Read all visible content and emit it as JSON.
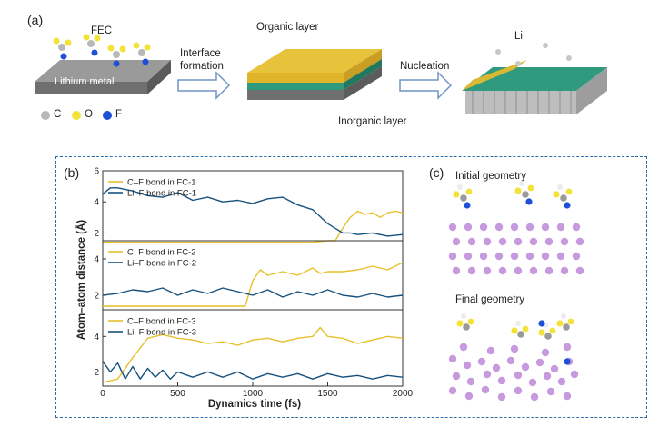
{
  "panel_a": {
    "label": "(a)",
    "fec": "FEC",
    "lithium_metal": "Lithium metal",
    "arrow1_line1": "Interface",
    "arrow1_line2": "formation",
    "organic_layer": "Organic layer",
    "inorganic_layer": "Inorganic layer",
    "nucleation": "Nucleation",
    "li": "Li",
    "legend": [
      {
        "symbol": "C",
        "color": "#b8b8b8"
      },
      {
        "symbol": "O",
        "color": "#f2e23a"
      },
      {
        "symbol": "F",
        "color": "#1f4fd8"
      }
    ]
  },
  "panel_b": {
    "label": "(b)",
    "ylabel": "Atom–atom distance (Å)",
    "xlabel": "Dynamics time (fs)"
  },
  "panel_c": {
    "label": "(c)",
    "initial": "Initial geometry",
    "final": "Final geometry"
  },
  "colors": {
    "cf": "#e8c02e",
    "lif": "#17527f",
    "frame": "#2d6fa6",
    "li_atom": "#c79adf"
  },
  "chart_data": {
    "type": "line",
    "xlabel": "Dynamics time (fs)",
    "ylabel": "Atom–atom distance (Å)",
    "xlim": [
      0,
      2000
    ],
    "xticks": [
      0,
      500,
      1000,
      1500,
      2000
    ],
    "panels": [
      {
        "ylim": [
          1.5,
          6
        ],
        "yticks": [
          2,
          4,
          6
        ],
        "legend": [
          "C–F bond in FC-1",
          "Li–F bond in FC-1"
        ],
        "series": [
          {
            "name": "C–F bond in FC-1",
            "color": "#e8c02e",
            "x": [
              0,
              200,
              400,
              600,
              800,
              1000,
              1200,
              1400,
              1500,
              1550,
              1600,
              1650,
              1700,
              1750,
              1800,
              1850,
              1900,
              1950,
              2000
            ],
            "y": [
              1.4,
              1.4,
              1.4,
              1.4,
              1.4,
              1.4,
              1.4,
              1.4,
              1.5,
              1.5,
              2.3,
              3.0,
              3.4,
              3.2,
              3.3,
              3.0,
              3.3,
              3.4,
              3.3
            ]
          },
          {
            "name": "Li–F bond in FC-1",
            "color": "#17527f",
            "x": [
              0,
              50,
              100,
              200,
              300,
              400,
              500,
              600,
              700,
              800,
              900,
              1000,
              1100,
              1200,
              1300,
              1400,
              1500,
              1550,
              1600,
              1650,
              1700,
              1800,
              1900,
              2000
            ],
            "y": [
              4.5,
              4.9,
              4.9,
              4.7,
              4.4,
              4.3,
              4.6,
              4.1,
              4.3,
              4.0,
              4.1,
              3.9,
              4.2,
              4.3,
              3.8,
              3.5,
              2.6,
              2.3,
              2.0,
              2.0,
              1.9,
              2.0,
              1.8,
              1.9
            ]
          }
        ]
      },
      {
        "ylim": [
          1.2,
          5
        ],
        "yticks": [
          2,
          4
        ],
        "legend": [
          "C–F bond in FC-2",
          "Li–F bond in FC-2"
        ],
        "series": [
          {
            "name": "C–F bond in FC-2",
            "color": "#e8c02e",
            "x": [
              0,
              200,
              400,
              600,
              800,
              950,
              1000,
              1050,
              1100,
              1200,
              1300,
              1400,
              1450,
              1500,
              1600,
              1700,
              1800,
              1900,
              2000
            ],
            "y": [
              1.4,
              1.4,
              1.4,
              1.4,
              1.4,
              1.4,
              2.8,
              3.4,
              3.1,
              3.3,
              3.1,
              3.5,
              3.2,
              3.3,
              3.3,
              3.4,
              3.6,
              3.4,
              3.8
            ]
          },
          {
            "name": "Li–F bond in FC-2",
            "color": "#17527f",
            "x": [
              0,
              100,
              200,
              300,
              400,
              500,
              600,
              700,
              800,
              900,
              1000,
              1100,
              1200,
              1300,
              1400,
              1500,
              1600,
              1700,
              1800,
              1900,
              2000
            ],
            "y": [
              2.0,
              2.1,
              2.3,
              2.2,
              2.4,
              2.0,
              2.3,
              2.1,
              2.4,
              2.2,
              2.0,
              2.3,
              1.9,
              2.2,
              2.0,
              2.3,
              2.0,
              1.9,
              2.1,
              1.9,
              2.0
            ]
          }
        ]
      },
      {
        "ylim": [
          1.2,
          5.5
        ],
        "yticks": [
          2,
          4
        ],
        "legend": [
          "C–F bond in FC-3",
          "Li–F bond in FC-3"
        ],
        "series": [
          {
            "name": "C–F bond in FC-3",
            "color": "#e8c02e",
            "x": [
              0,
              100,
              200,
              300,
              400,
              500,
              600,
              700,
              800,
              900,
              1000,
              1100,
              1200,
              1300,
              1400,
              1450,
              1500,
              1600,
              1700,
              1800,
              1900,
              2000
            ],
            "y": [
              1.4,
              1.6,
              2.8,
              3.9,
              4.1,
              3.9,
              3.8,
              3.6,
              3.7,
              3.5,
              3.8,
              3.9,
              3.7,
              3.9,
              4.0,
              4.5,
              4.0,
              3.9,
              3.6,
              3.8,
              4.0,
              3.9
            ]
          },
          {
            "name": "Li–F bond in FC-3",
            "color": "#17527f",
            "x": [
              0,
              50,
              100,
              150,
              200,
              250,
              300,
              350,
              400,
              450,
              500,
              600,
              700,
              800,
              900,
              1000,
              1100,
              1200,
              1300,
              1400,
              1500,
              1600,
              1700,
              1800,
              1900,
              2000
            ],
            "y": [
              2.6,
              2.0,
              2.5,
              1.6,
              2.3,
              1.6,
              2.2,
              1.7,
              2.1,
              1.6,
              2.0,
              1.7,
              2.0,
              1.7,
              2.0,
              1.6,
              1.9,
              1.7,
              1.9,
              1.6,
              1.9,
              1.7,
              1.8,
              1.6,
              1.8,
              1.7
            ]
          }
        ]
      }
    ]
  }
}
